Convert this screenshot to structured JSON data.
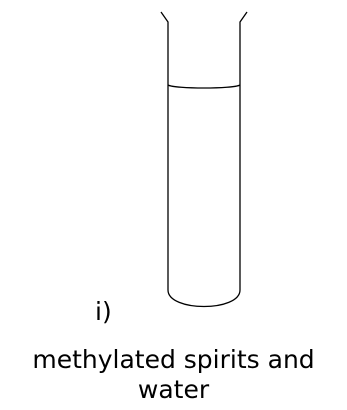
{
  "part_label": "i)",
  "caption": {
    "line1": "methylated spirits and",
    "line2": "water"
  },
  "colors": {
    "stroke": "#000000",
    "background": "#ffffff"
  }
}
